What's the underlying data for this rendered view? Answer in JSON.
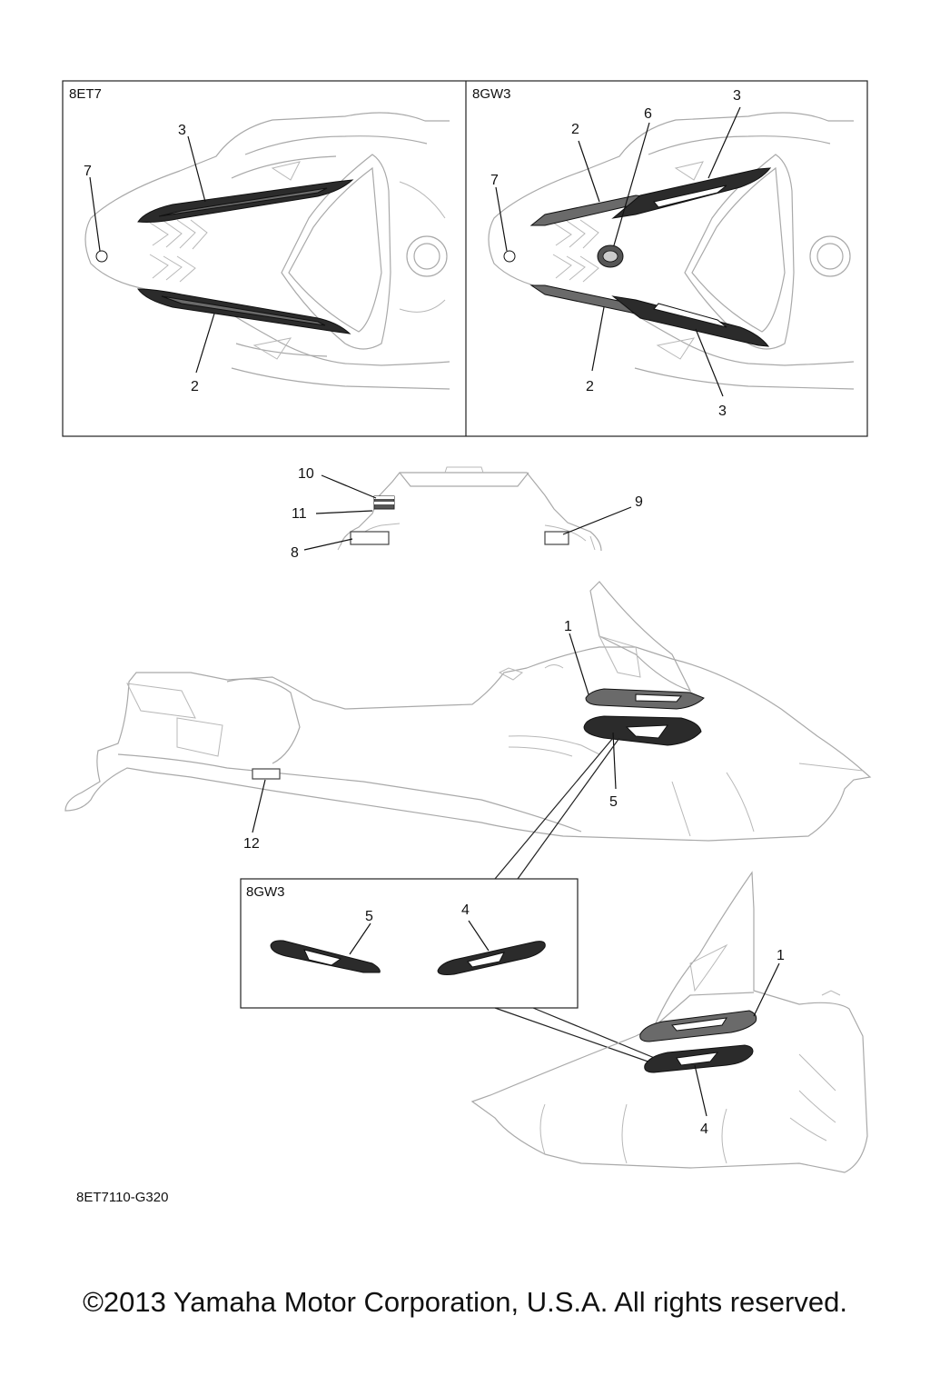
{
  "panels": {
    "top_left": {
      "model": "8ET7",
      "callouts": [
        "3",
        "7",
        "2"
      ]
    },
    "top_right": {
      "model": "8GW3",
      "callouts": [
        "3",
        "6",
        "2",
        "7",
        "2",
        "3"
      ]
    },
    "inset": {
      "model": "8GW3",
      "callouts": [
        "5",
        "4"
      ]
    }
  },
  "rear_view_callouts": [
    "10",
    "11",
    "9",
    "8"
  ],
  "side_view_callouts": [
    "1",
    "5",
    "12"
  ],
  "front_view_callouts": [
    "1",
    "4"
  ],
  "part_number": "8ET7110-G320",
  "copyright": "©2013 Yamaha Motor Corporation, U.S.A. All rights reserved."
}
